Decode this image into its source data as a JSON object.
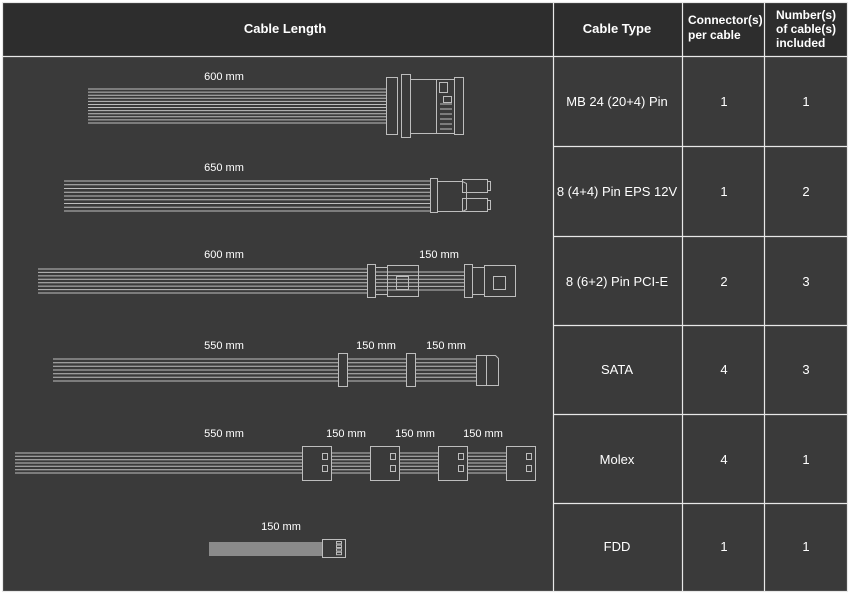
{
  "header": {
    "cable_length": "Cable Length",
    "cable_type": "Cable Type",
    "connectors_per_cable": [
      "Connector(s)",
      "per cable"
    ],
    "cables_included": [
      "Number(s)",
      "of cable(s)",
      "included"
    ]
  },
  "rows": [
    {
      "type": "MB 24 (20+4) Pin",
      "connectors": "1",
      "included": "1",
      "lengths": [
        "600 mm"
      ]
    },
    {
      "type": "8 (4+4) Pin EPS 12V",
      "connectors": "1",
      "included": "2",
      "lengths": [
        "650 mm"
      ]
    },
    {
      "type": "8 (6+2) Pin PCI-E",
      "connectors": "2",
      "included": "3",
      "lengths": [
        "600 mm",
        "150 mm"
      ]
    },
    {
      "type": "SATA",
      "connectors": "4",
      "included": "3",
      "lengths": [
        "550 mm",
        "150 mm",
        "150 mm"
      ]
    },
    {
      "type": "Molex",
      "connectors": "4",
      "included": "1",
      "lengths": [
        "550 mm",
        "150 mm",
        "150 mm",
        "150 mm"
      ]
    },
    {
      "type": "FDD",
      "connectors": "1",
      "included": "1",
      "lengths": [
        "150 mm"
      ]
    }
  ],
  "colors": {
    "background": "#3a3a3a",
    "header": "#2d2d2d",
    "grid": "#e8e8e8",
    "text": "#ffffff",
    "wire": "#bdbdbd"
  }
}
